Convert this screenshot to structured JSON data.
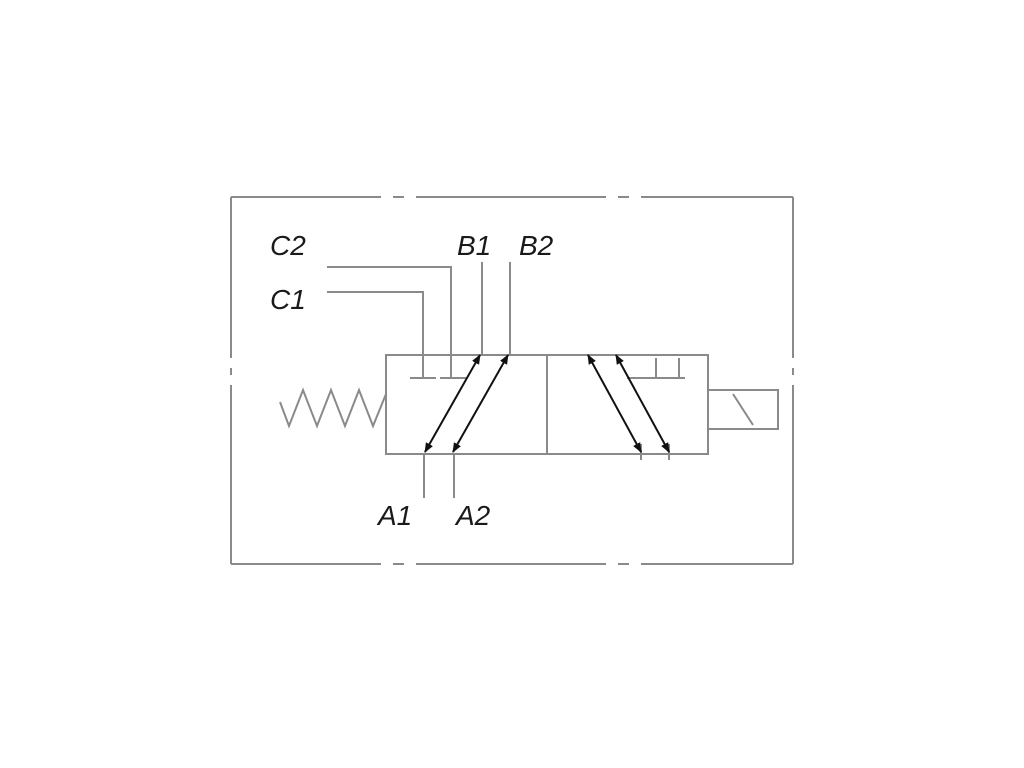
{
  "labels": {
    "c2": "C2",
    "c1": "C1",
    "b1": "B1",
    "b2": "B2",
    "a1": "A1",
    "a2": "A2"
  },
  "colors": {
    "line": "#8a8a8a",
    "arrow": "#111111",
    "text": "#1a1a1a"
  }
}
